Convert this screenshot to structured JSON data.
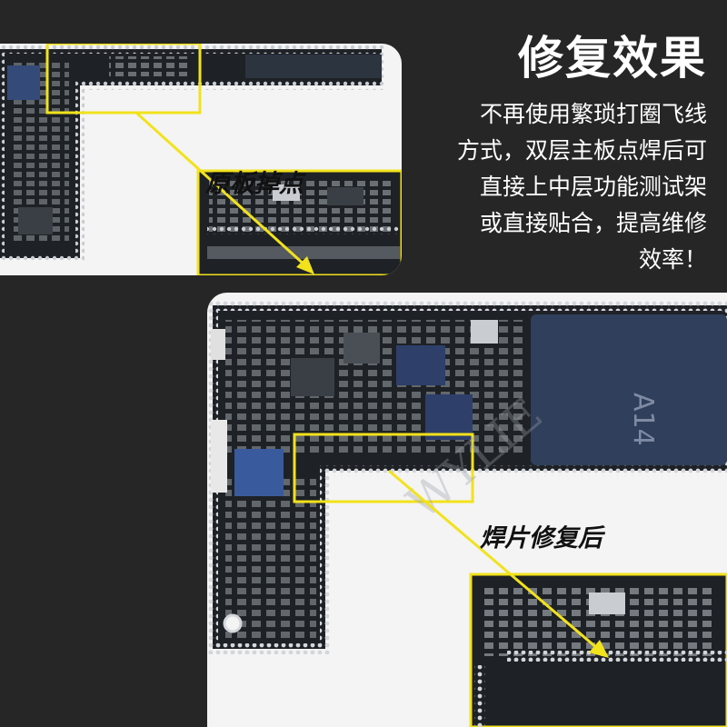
{
  "heading": "修复效果",
  "description_lines": [
    "不再使用繁琐打圈飞线",
    "方式，双层主板点焊后可",
    "直接上中层功能测试架",
    "或直接贴合，提高维修",
    "效率！"
  ],
  "callout_before": "原板掉点",
  "callout_after": "焊片修复后",
  "colors": {
    "background": "#262626",
    "panel": "#f4f4f4",
    "board": "#1e2226",
    "highlight": "#f2e21c",
    "text": "#ffffff"
  }
}
